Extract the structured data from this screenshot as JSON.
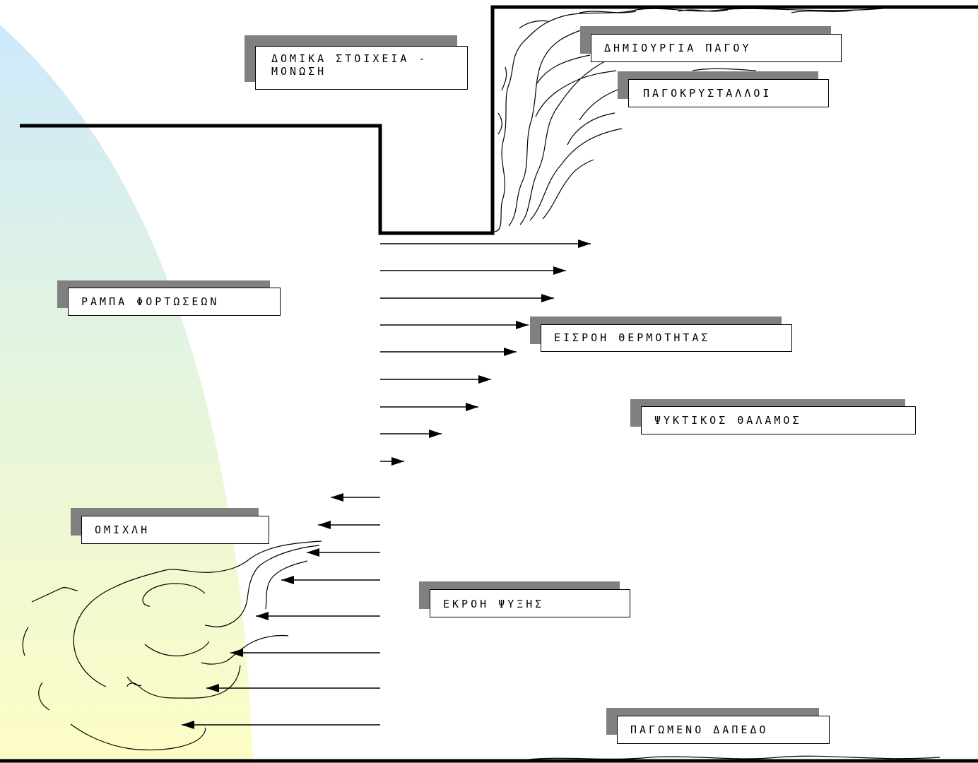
{
  "colors": {
    "background_top": "#cde9fb",
    "background_bottom": "#fcfdc8",
    "label_shadow": "#808080",
    "lines": "#000000"
  },
  "labels": {
    "structure_insulation": "ΔΟΜΙΚΑ ΣΤΟΙΧΕΙΑ -\nΜΟΝΩΣΗ",
    "ice_formation": "ΔΗΜΙΟΥΡΓΙΑ ΠΑΓΟΥ",
    "ice_crystals": "ΠΑΓΟΚΡΥΣΤΑΛΛΟΙ",
    "loading_ramp": "ΡΑΜΠΑ ΦΟΡΤΩΣΕΩΝ",
    "heat_inflow": "ΕΙΣΡΟΗ ΘΕΡΜΟΤΗΤΑΣ",
    "cold_chamber": "ΨΥΚΤΙΚΟΣ  ΘΑΛΑΜΟΣ",
    "fog": "ΟΜΙΧΛΗ",
    "cold_outflow": "ΕΚΡΟΗ ΨΥΞΗΣ",
    "frozen_floor": "ΠΑΓΩΜΕΝΟ ΔΑΠΕΔΟ"
  }
}
